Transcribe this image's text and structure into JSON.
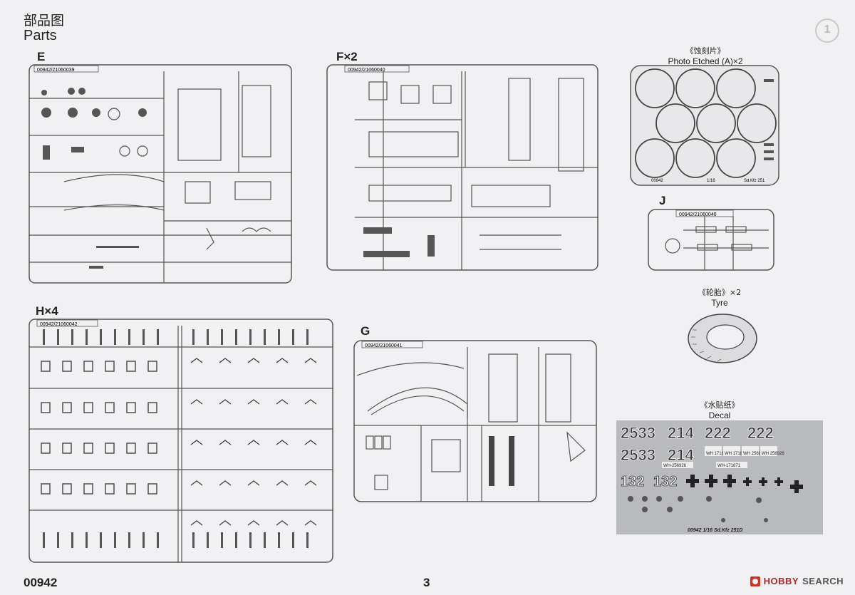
{
  "heading": {
    "cn": "部品图",
    "en": "Parts"
  },
  "sprues": {
    "E": {
      "label": "E",
      "code": "00942/21060039"
    },
    "F": {
      "label": "F×2",
      "code": "00942/21060040"
    },
    "H": {
      "label": "H×4",
      "code": "00942/21060042"
    },
    "G": {
      "label": "G",
      "code": "00942/21060041"
    },
    "J": {
      "label": "J",
      "code": "00942/21060040"
    }
  },
  "photo_etched": {
    "cn": "《蚀刻片》",
    "en": "Photo Etched (A)×2",
    "code": "00942",
    "scale": "1/16",
    "model": "Sd.Kfz 251"
  },
  "tyre": {
    "cn": "《轮胎》×2",
    "en": "Tyre"
  },
  "decal": {
    "cn": "《水贴纸》",
    "en": "Decal",
    "row1": [
      "2533",
      "214",
      "222",
      "222"
    ],
    "row2": [
      "2533",
      "214"
    ],
    "plates": [
      "WH 171871",
      "WH 171871",
      "WH 256926",
      "WH 256926"
    ],
    "plate_long1": "WH-256926",
    "plate_long2": "WH-171871",
    "row3": [
      "132",
      "132"
    ],
    "footer": "00942 1/16 Sd.Kfz 251D"
  },
  "footer": {
    "code": "00942",
    "page": "3"
  },
  "watermark": {
    "part1": "HOBBY",
    "part2": "SEARCH"
  },
  "side_icon": "1"
}
